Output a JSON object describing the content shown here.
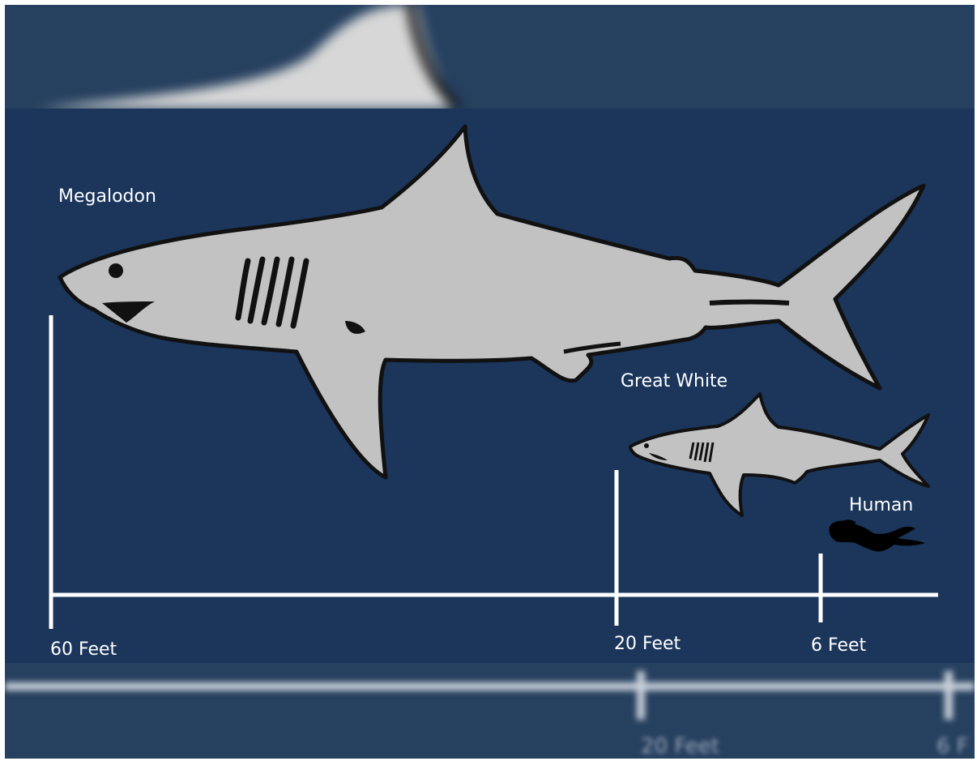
{
  "labels": {
    "megalodon": "Megalodon",
    "great_white": "Great White",
    "human": "Human"
  },
  "scale": {
    "megalodon_length": "60 Feet",
    "great_white_length": "20 Feet",
    "human_length": "6 Feet"
  },
  "bottom_blur": {
    "text_1": "20 Feet",
    "text_2": "6 F"
  },
  "colors": {
    "background": "#1b355b",
    "shark_fill": "#c2c2c2",
    "outline": "#111111",
    "scale_line": "#ffffff",
    "human_silhouette": "#000000"
  },
  "icons": {
    "megalodon": "megalodon-shark-icon",
    "great_white": "great-white-shark-icon",
    "human": "scuba-diver-icon"
  }
}
